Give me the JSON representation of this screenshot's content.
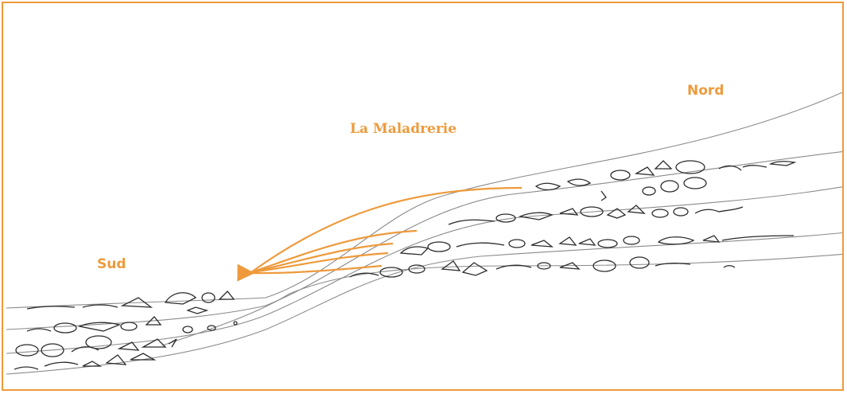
{
  "labels": {
    "nord": "Nord",
    "maladrerie": "La Maladrerie",
    "sud": "Sud"
  },
  "colors": {
    "accent": "#ee9a3c",
    "border": "#ee9a3c",
    "sketch": "#2b2b2b",
    "guide_lines": "#8a8a8a"
  }
}
